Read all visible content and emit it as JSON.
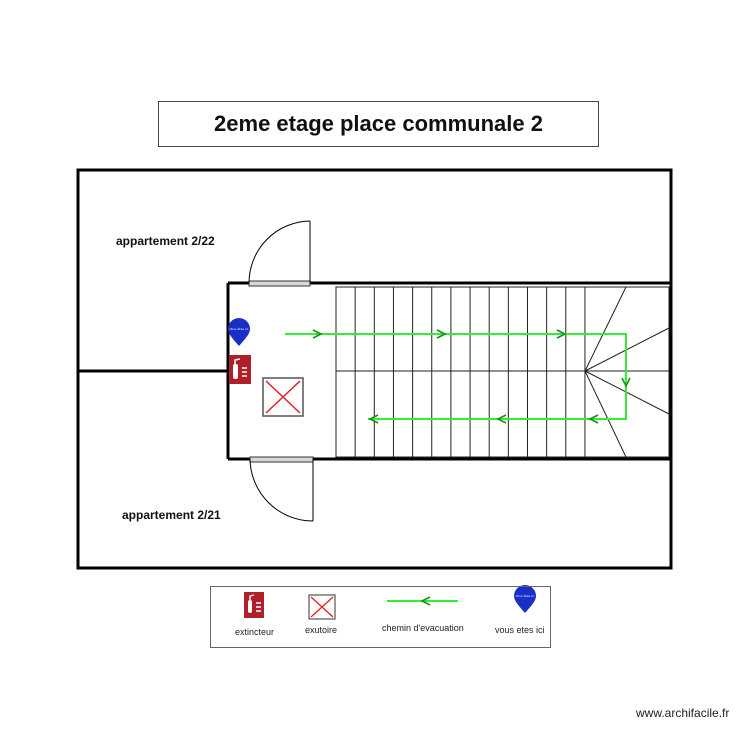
{
  "title": "2eme etage place communale 2",
  "rooms": {
    "upper": "appartement 2/22",
    "lower": "appartement 2/21"
  },
  "legend": {
    "extinguisher": "extincteur",
    "smoke_vent": "exutoire",
    "evacuation_route": "chemin d'evacuation",
    "you_are_here": "vous etes ici"
  },
  "marker_text": "Vous êtes ici",
  "credit": "www.archifacile.fr",
  "colors": {
    "walls": "#000000",
    "evacuation_route": "#33ee33",
    "arrow_heads": "#1a8f1a",
    "extinguisher": "#b0202a",
    "smoke_vent": "#e02020",
    "marker": "#1a2ec8"
  },
  "icons": [
    "extinguisher-icon",
    "smoke-vent-icon",
    "you-are-here-icon",
    "evacuation-arrow-icon"
  ]
}
